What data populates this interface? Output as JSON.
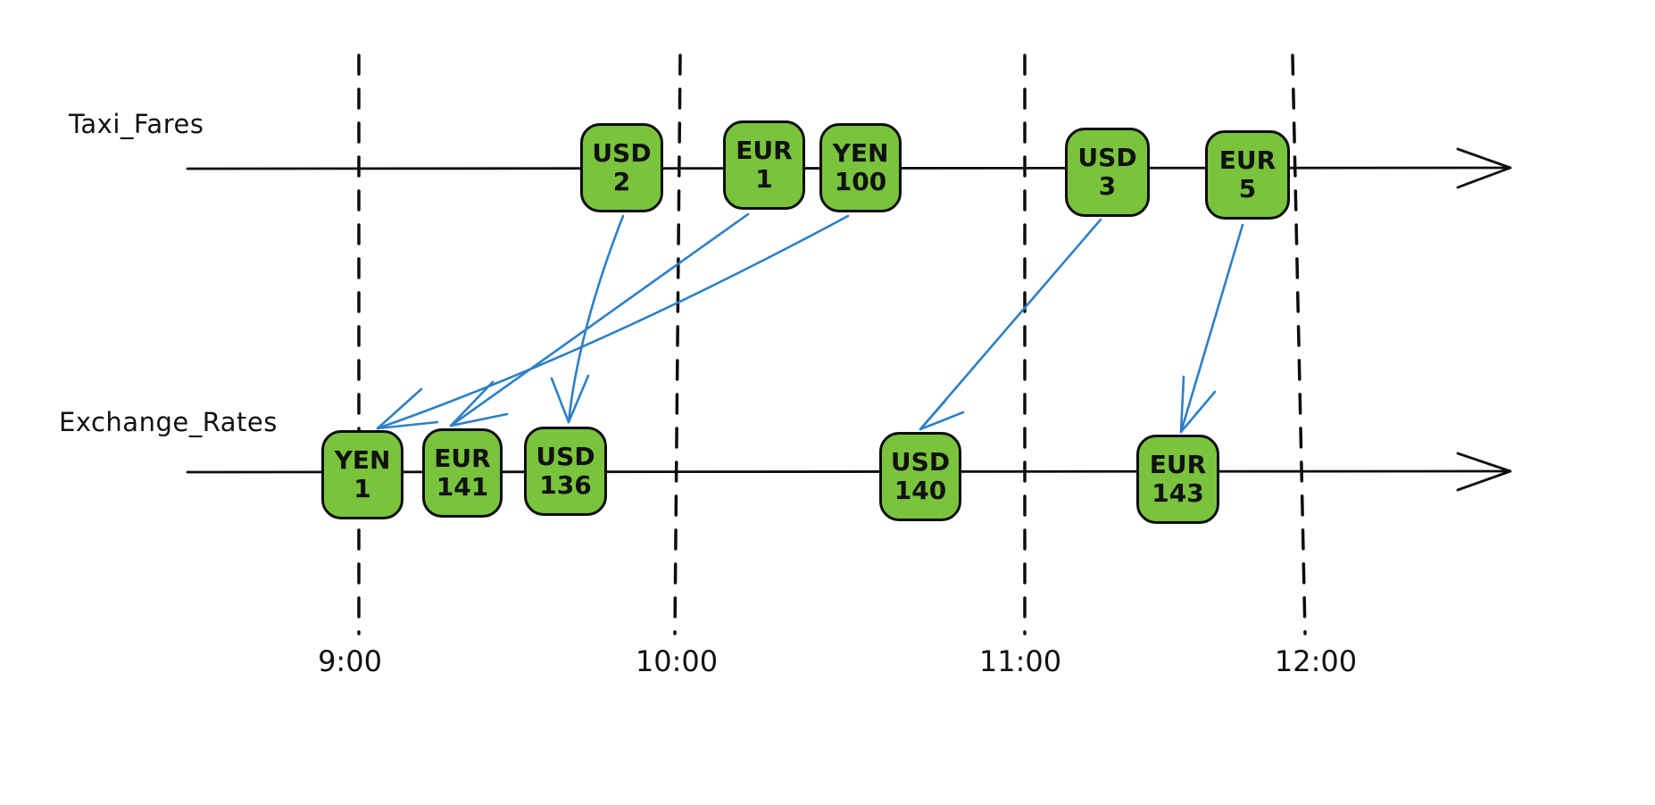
{
  "diagram": {
    "type": "event-stream-temporal-join-timeline",
    "background": "#ffffff",
    "colors": {
      "event_fill": "#79C33D",
      "event_border": "#0d0d0d",
      "join_arrow_blue": "#2E80C6",
      "axis_black": "#0d0d0d",
      "text": "#111111"
    },
    "time_ticks": [
      "9:00",
      "10:00",
      "11:00",
      "12:00"
    ],
    "streams": [
      {
        "label": "Taxi_Fares",
        "events": [
          {
            "currency": "USD",
            "value": "2"
          },
          {
            "currency": "EUR",
            "value": "1"
          },
          {
            "currency": "YEN",
            "value": "100"
          },
          {
            "currency": "USD",
            "value": "3"
          },
          {
            "currency": "EUR",
            "value": "5"
          }
        ]
      },
      {
        "label": "Exchange_Rates",
        "events": [
          {
            "currency": "YEN",
            "value": "1"
          },
          {
            "currency": "EUR",
            "value": "141"
          },
          {
            "currency": "USD",
            "value": "136"
          },
          {
            "currency": "USD",
            "value": "140"
          },
          {
            "currency": "EUR",
            "value": "143"
          }
        ]
      }
    ],
    "joins": [
      {
        "from": "USD 2",
        "to": "USD 136"
      },
      {
        "from": "EUR 1",
        "to": "EUR 141"
      },
      {
        "from": "YEN 100",
        "to": "YEN 1"
      },
      {
        "from": "USD 3",
        "to": "USD 140"
      },
      {
        "from": "EUR 5",
        "to": "EUR 143"
      }
    ]
  }
}
